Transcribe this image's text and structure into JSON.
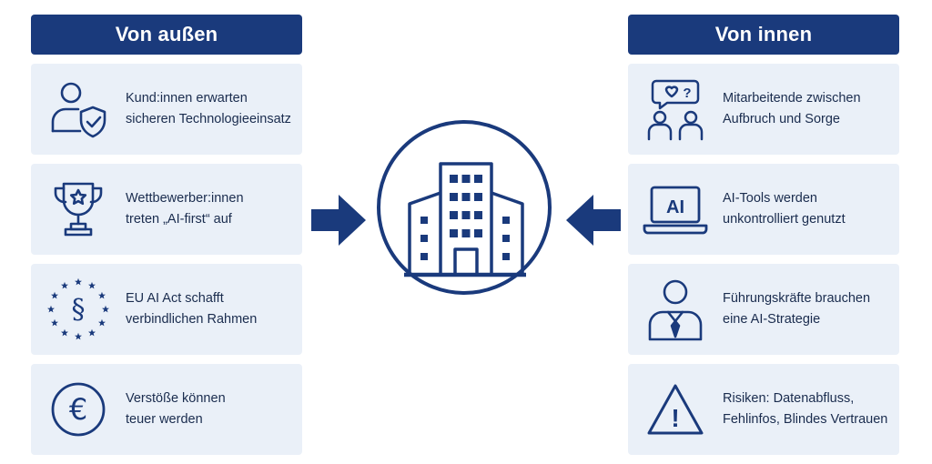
{
  "left": {
    "header": "Von außen",
    "items": [
      {
        "icon": "person-shield-icon",
        "lines": [
          "Kund:innen erwarten",
          "sicheren Technologieeinsatz"
        ]
      },
      {
        "icon": "trophy-icon",
        "lines": [
          "Wettbewerber:innen",
          "treten „AI-first“ auf"
        ]
      },
      {
        "icon": "eu-paragraph-icon",
        "lines": [
          "EU AI Act schafft",
          "verbindlichen Rahmen"
        ],
        "icon_text": "§"
      },
      {
        "icon": "euro-coin-icon",
        "lines": [
          "Verstöße können",
          "teuer werden"
        ],
        "icon_text": "€"
      }
    ]
  },
  "right": {
    "header": "Von innen",
    "items": [
      {
        "icon": "employees-chat-icon",
        "lines": [
          "Mitarbeitende zwischen",
          "Aufbruch und Sorge"
        ],
        "icon_text": "?"
      },
      {
        "icon": "laptop-ai-icon",
        "lines": [
          "AI-Tools werden",
          "unkontrolliert genutzt"
        ],
        "icon_text": "AI"
      },
      {
        "icon": "manager-icon",
        "lines": [
          "Führungskräfte brauchen",
          "eine AI-Strategie"
        ]
      },
      {
        "icon": "warning-icon",
        "lines": [
          "Risiken: Datenabfluss,",
          "Fehlinfos, Blindes Vertrauen"
        ],
        "icon_text": "!"
      }
    ]
  },
  "center": {
    "icon": "company-building-icon"
  },
  "colors": {
    "primary": "#1a3a7c",
    "card_bg": "#eaf0f8",
    "text": "#1a2c4e"
  }
}
